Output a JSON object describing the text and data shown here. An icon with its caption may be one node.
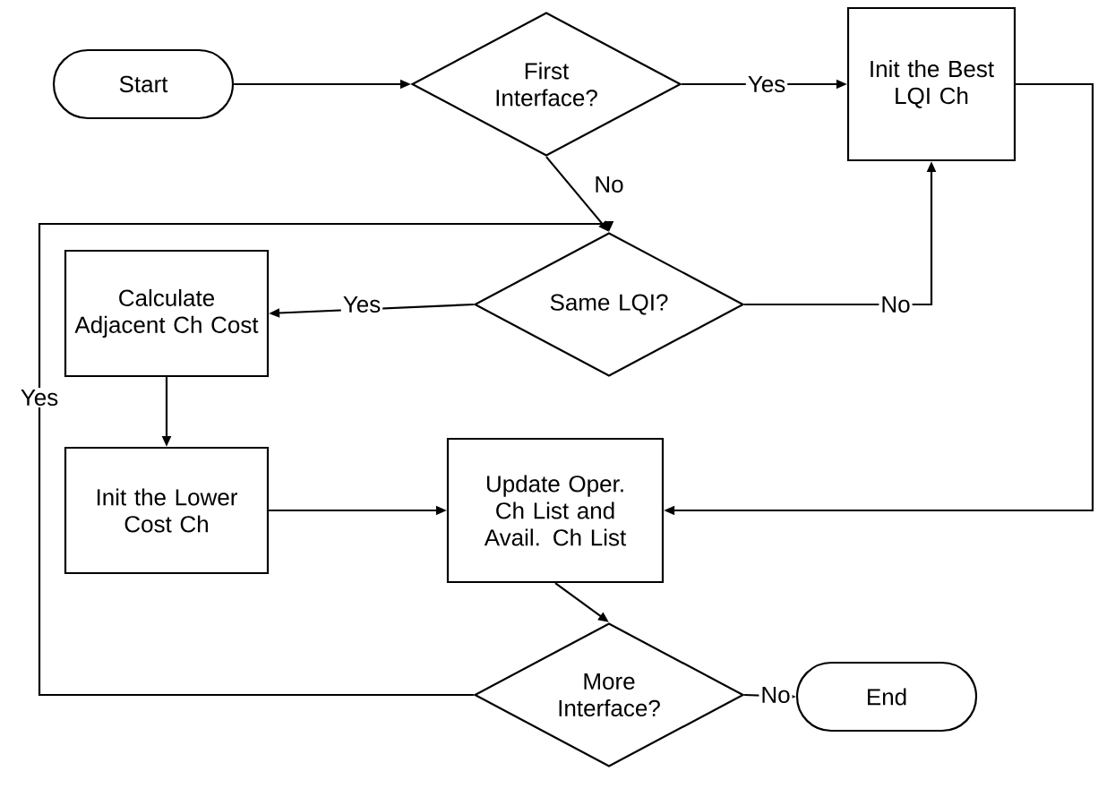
{
  "diagram": {
    "nodes": [
      {
        "text": [
          "Start"
        ]
      },
      {
        "text": [
          "First Interface?"
        ]
      },
      {
        "text": [
          "Init the Best LQI Ch"
        ]
      },
      {
        "text": [
          "Calculate Adjacent Ch Cost"
        ]
      },
      {
        "text": [
          "Same LQI?"
        ]
      },
      {
        "text": [
          "Init the Lower Cost Ch"
        ]
      },
      {
        "text": [
          "Update Oper. Ch List and Avail. Ch List"
        ]
      },
      {
        "text": [
          "More Interface?"
        ]
      },
      {
        "text": [
          "End"
        ]
      }
    ],
    "edges": [
      {
        "from": 0,
        "to": 1,
        "arrow": "to"
      },
      {
        "from": 1,
        "to": 2,
        "arrow": "to",
        "label": "Yes"
      },
      {
        "from": 1,
        "to": 4,
        "arrow": "to",
        "label": "No"
      },
      {
        "from": 4,
        "to": 3,
        "arrow": "to",
        "label": "Yes"
      },
      {
        "from": 4,
        "to": 2,
        "arrow": "to",
        "label": "No"
      },
      {
        "from": 3,
        "to": 5,
        "arrow": "to"
      },
      {
        "from": 5,
        "to": 6,
        "arrow": "to"
      },
      {
        "from": 2,
        "to": 6,
        "arrow": "to"
      },
      {
        "from": 6,
        "to": 7,
        "arrow": "to"
      },
      {
        "from": 7,
        "to": 8,
        "arrow": "to",
        "label": "No"
      },
      {
        "from": 7,
        "to": 4,
        "arrow": "to",
        "label": "Yes"
      }
    ]
  }
}
